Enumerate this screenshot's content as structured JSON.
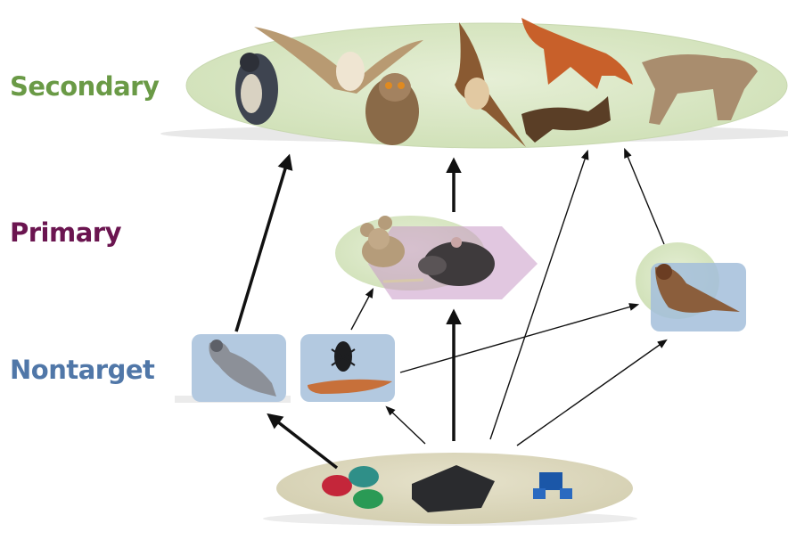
{
  "levels": {
    "secondary": "Secondary",
    "primary": "Primary",
    "nontarget": "Nontarget"
  },
  "colors": {
    "secondary": "#6a9a46",
    "primary": "#6b1550",
    "nontarget": "#5077a8",
    "secondary_fill": "#dbe8c6",
    "primary_fill": "#d9c2d9",
    "nontarget_fill": "#b3c9e0",
    "bait_fill": "#dcd7bd"
  },
  "icons": {
    "secondary": [
      "falcon",
      "barn-owl",
      "eagle-owl",
      "hawk",
      "red-fox",
      "marten",
      "bobcat"
    ],
    "primary": [
      "house-mouse",
      "rat"
    ],
    "nontarget": [
      "pigeon",
      "beetle",
      "slug",
      "sparrow"
    ],
    "bait": [
      "rodenticide-pellets",
      "bait-station",
      "bait-blocks"
    ]
  }
}
